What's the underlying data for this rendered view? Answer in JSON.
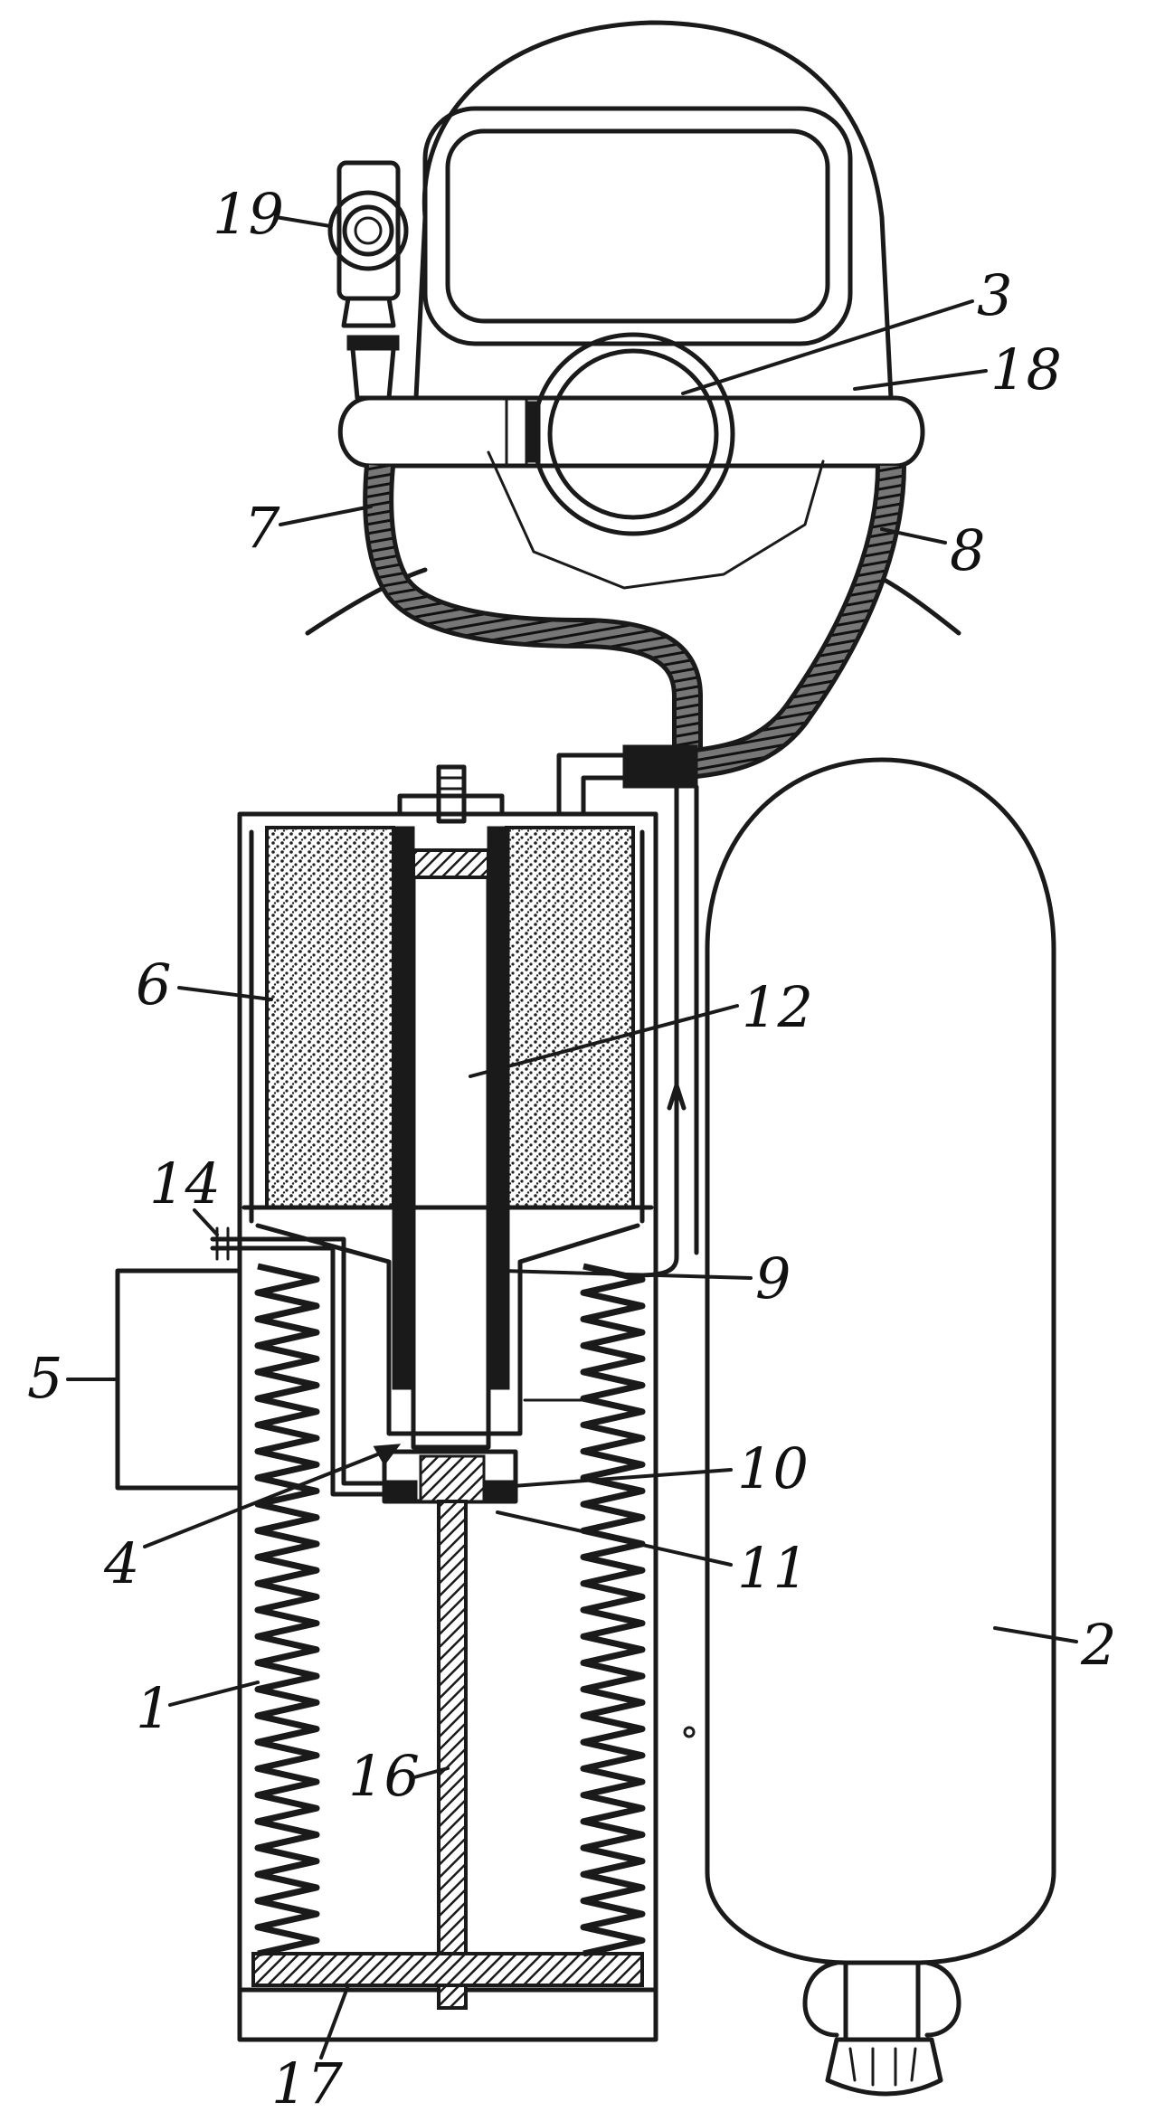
{
  "labels": {
    "l1": "1",
    "l2": "2",
    "l3": "3",
    "l4": "4",
    "l5": "5",
    "l6": "6",
    "l7": "7",
    "l8": "8",
    "l9": "9",
    "l10": "10",
    "l11": "11",
    "l12": "12",
    "l14": "14",
    "l16": "16",
    "l17": "17",
    "l18": "18",
    "l19": "19"
  },
  "colors": {
    "ink": "#1a1a1a",
    "paper": "#ffffff"
  }
}
